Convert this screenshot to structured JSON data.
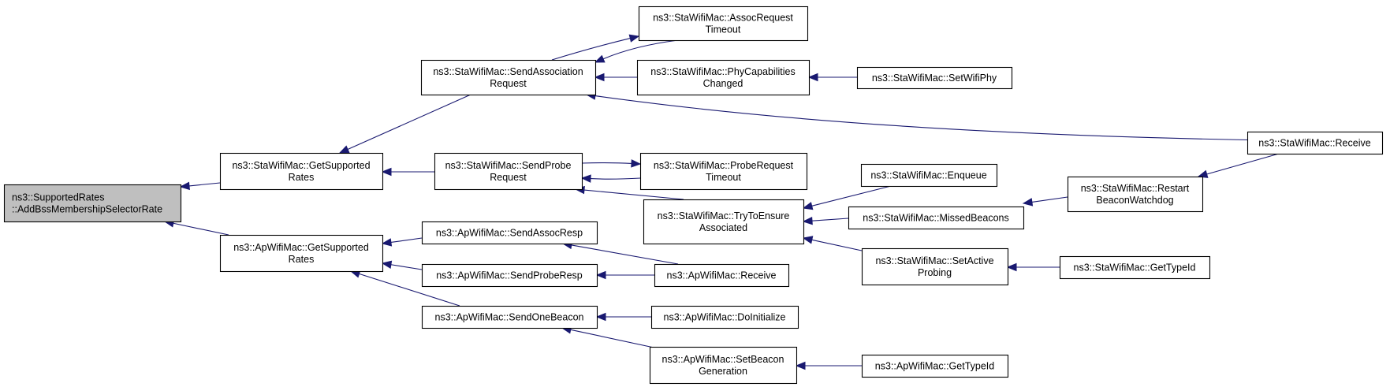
{
  "graph": {
    "edge_color": "#191970",
    "root_fill": "#bfbfbf",
    "nodes": [
      {
        "id": "add_bss",
        "lines": [
          "ns3::SupportedRates",
          "::AddBssMembershipSelectorRate"
        ],
        "root": true
      },
      {
        "id": "sta_get_supported",
        "lines": [
          "ns3::StaWifiMac::GetSupported",
          "Rates"
        ]
      },
      {
        "id": "ap_get_supported",
        "lines": [
          "ns3::ApWifiMac::GetSupported",
          "Rates"
        ]
      },
      {
        "id": "sta_send_assoc",
        "lines": [
          "ns3::StaWifiMac::SendAssociation",
          "Request"
        ]
      },
      {
        "id": "sta_send_probe",
        "lines": [
          "ns3::StaWifiMac::SendProbe",
          "Request"
        ]
      },
      {
        "id": "ap_send_assoc_resp",
        "lines": [
          "ns3::ApWifiMac::SendAssocResp"
        ]
      },
      {
        "id": "ap_send_probe_resp",
        "lines": [
          "ns3::ApWifiMac::SendProbeResp"
        ]
      },
      {
        "id": "ap_send_one_beacon",
        "lines": [
          "ns3::ApWifiMac::SendOneBeacon"
        ]
      },
      {
        "id": "sta_assoc_timeout",
        "lines": [
          "ns3::StaWifiMac::AssocRequest",
          "Timeout"
        ]
      },
      {
        "id": "sta_phy_cap",
        "lines": [
          "ns3::StaWifiMac::PhyCapabilities",
          "Changed"
        ]
      },
      {
        "id": "sta_probe_timeout",
        "lines": [
          "ns3::StaWifiMac::ProbeRequest",
          "Timeout"
        ]
      },
      {
        "id": "sta_try_ensure",
        "lines": [
          "ns3::StaWifiMac::TryToEnsure",
          "Associated"
        ]
      },
      {
        "id": "ap_receive",
        "lines": [
          "ns3::ApWifiMac::Receive"
        ]
      },
      {
        "id": "ap_doinit",
        "lines": [
          "ns3::ApWifiMac::DoInitialize"
        ]
      },
      {
        "id": "ap_set_beacon",
        "lines": [
          "ns3::ApWifiMac::SetBeacon",
          "Generation"
        ]
      },
      {
        "id": "sta_set_wifi_phy",
        "lines": [
          "ns3::StaWifiMac::SetWifiPhy"
        ]
      },
      {
        "id": "sta_enqueue",
        "lines": [
          "ns3::StaWifiMac::Enqueue"
        ]
      },
      {
        "id": "sta_missed_beacons",
        "lines": [
          "ns3::StaWifiMac::MissedBeacons"
        ]
      },
      {
        "id": "sta_set_active_probing",
        "lines": [
          "ns3::StaWifiMac::SetActive",
          "Probing"
        ]
      },
      {
        "id": "ap_get_type_id",
        "lines": [
          "ns3::ApWifiMac::GetTypeId"
        ]
      },
      {
        "id": "sta_restart_beacon",
        "lines": [
          "ns3::StaWifiMac::Restart",
          "BeaconWatchdog"
        ]
      },
      {
        "id": "sta_get_type_id",
        "lines": [
          "ns3::StaWifiMac::GetTypeId"
        ]
      },
      {
        "id": "sta_receive",
        "lines": [
          "ns3::StaWifiMac::Receive"
        ]
      }
    ],
    "edges": [
      {
        "from": "sta_get_supported",
        "to": "add_bss"
      },
      {
        "from": "ap_get_supported",
        "to": "add_bss"
      },
      {
        "from": "sta_send_assoc",
        "to": "sta_get_supported"
      },
      {
        "from": "sta_send_probe",
        "to": "sta_get_supported"
      },
      {
        "from": "ap_send_assoc_resp",
        "to": "ap_get_supported"
      },
      {
        "from": "ap_send_probe_resp",
        "to": "ap_get_supported"
      },
      {
        "from": "ap_send_one_beacon",
        "to": "ap_get_supported"
      },
      {
        "from": "sta_assoc_timeout",
        "to": "sta_send_assoc"
      },
      {
        "from": "sta_send_assoc",
        "to": "sta_assoc_timeout"
      },
      {
        "from": "sta_phy_cap",
        "to": "sta_send_assoc"
      },
      {
        "from": "sta_receive",
        "to": "sta_send_assoc"
      },
      {
        "from": "sta_probe_timeout",
        "to": "sta_send_probe"
      },
      {
        "from": "sta_send_probe",
        "to": "sta_probe_timeout"
      },
      {
        "from": "sta_try_ensure",
        "to": "sta_send_probe"
      },
      {
        "from": "ap_receive",
        "to": "ap_send_assoc_resp"
      },
      {
        "from": "ap_receive",
        "to": "ap_send_probe_resp"
      },
      {
        "from": "ap_doinit",
        "to": "ap_send_one_beacon"
      },
      {
        "from": "ap_set_beacon",
        "to": "ap_send_one_beacon"
      },
      {
        "from": "sta_set_wifi_phy",
        "to": "sta_phy_cap"
      },
      {
        "from": "sta_enqueue",
        "to": "sta_try_ensure"
      },
      {
        "from": "sta_missed_beacons",
        "to": "sta_try_ensure"
      },
      {
        "from": "sta_set_active_probing",
        "to": "sta_try_ensure"
      },
      {
        "from": "ap_get_type_id",
        "to": "ap_set_beacon"
      },
      {
        "from": "sta_restart_beacon",
        "to": "sta_missed_beacons"
      },
      {
        "from": "sta_get_type_id",
        "to": "sta_set_active_probing"
      },
      {
        "from": "sta_receive",
        "to": "sta_restart_beacon"
      }
    ]
  }
}
